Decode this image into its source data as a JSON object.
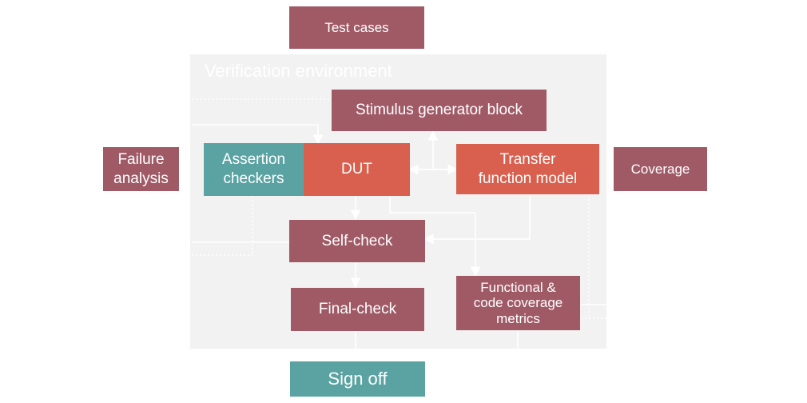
{
  "environment": {
    "title": "Verification environment"
  },
  "boxes": {
    "test_cases": "Test cases",
    "stimulus_generator": "Stimulus generator block",
    "failure_analysis": "Failure\nanalysis",
    "assertion_checkers": "Assertion\ncheckers",
    "dut": "DUT",
    "transfer_function_model": "Transfer\nfunction model",
    "coverage": "Coverage",
    "self_check": "Self-check",
    "final_check": "Final-check",
    "functional_code_coverage": "Functional &\ncode coverage\nmetrics",
    "sign_off": "Sign off"
  },
  "colors": {
    "mauve": "#a05a66",
    "coral": "#d9604f",
    "teal": "#5ba3a3",
    "environment_bg": "#f2f2f2",
    "connector": "#ffffff"
  }
}
